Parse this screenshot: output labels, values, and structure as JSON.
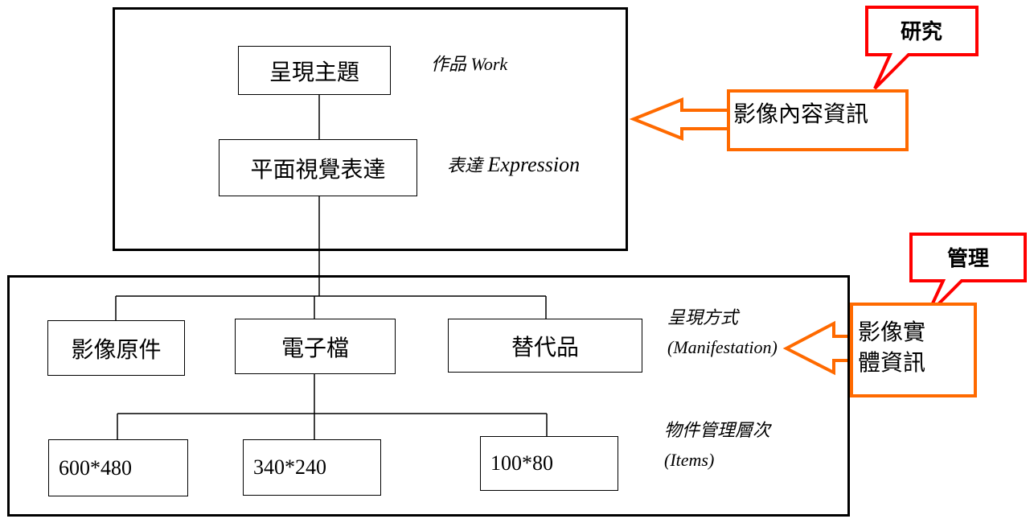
{
  "top": {
    "box_theme": "呈現主題",
    "box_expression": "平面視覺表達",
    "label_work_cjk": "作品",
    "label_work_en": "Work",
    "label_expression_cjk": "表達",
    "label_expression_en": "Expression"
  },
  "bottom": {
    "box_original": "影像原件",
    "box_digital": "電子檔",
    "box_substitute": "替代品",
    "label_manifestation_cjk": "呈現方式",
    "label_manifestation_en": "(Manifestation)",
    "item_1": "600*480",
    "item_2": "340*240",
    "item_3": "100*80",
    "label_items_cjk": "物件管理層次",
    "label_items_en": "(Items)"
  },
  "callouts": {
    "research_label": "研究",
    "content_info": "影像內容資訊",
    "manage_label": "管理",
    "physical_info_line1": "影像實",
    "physical_info_line2": "體資訊"
  },
  "colors": {
    "orange": "#ff6a00",
    "red": "#ff0000"
  }
}
